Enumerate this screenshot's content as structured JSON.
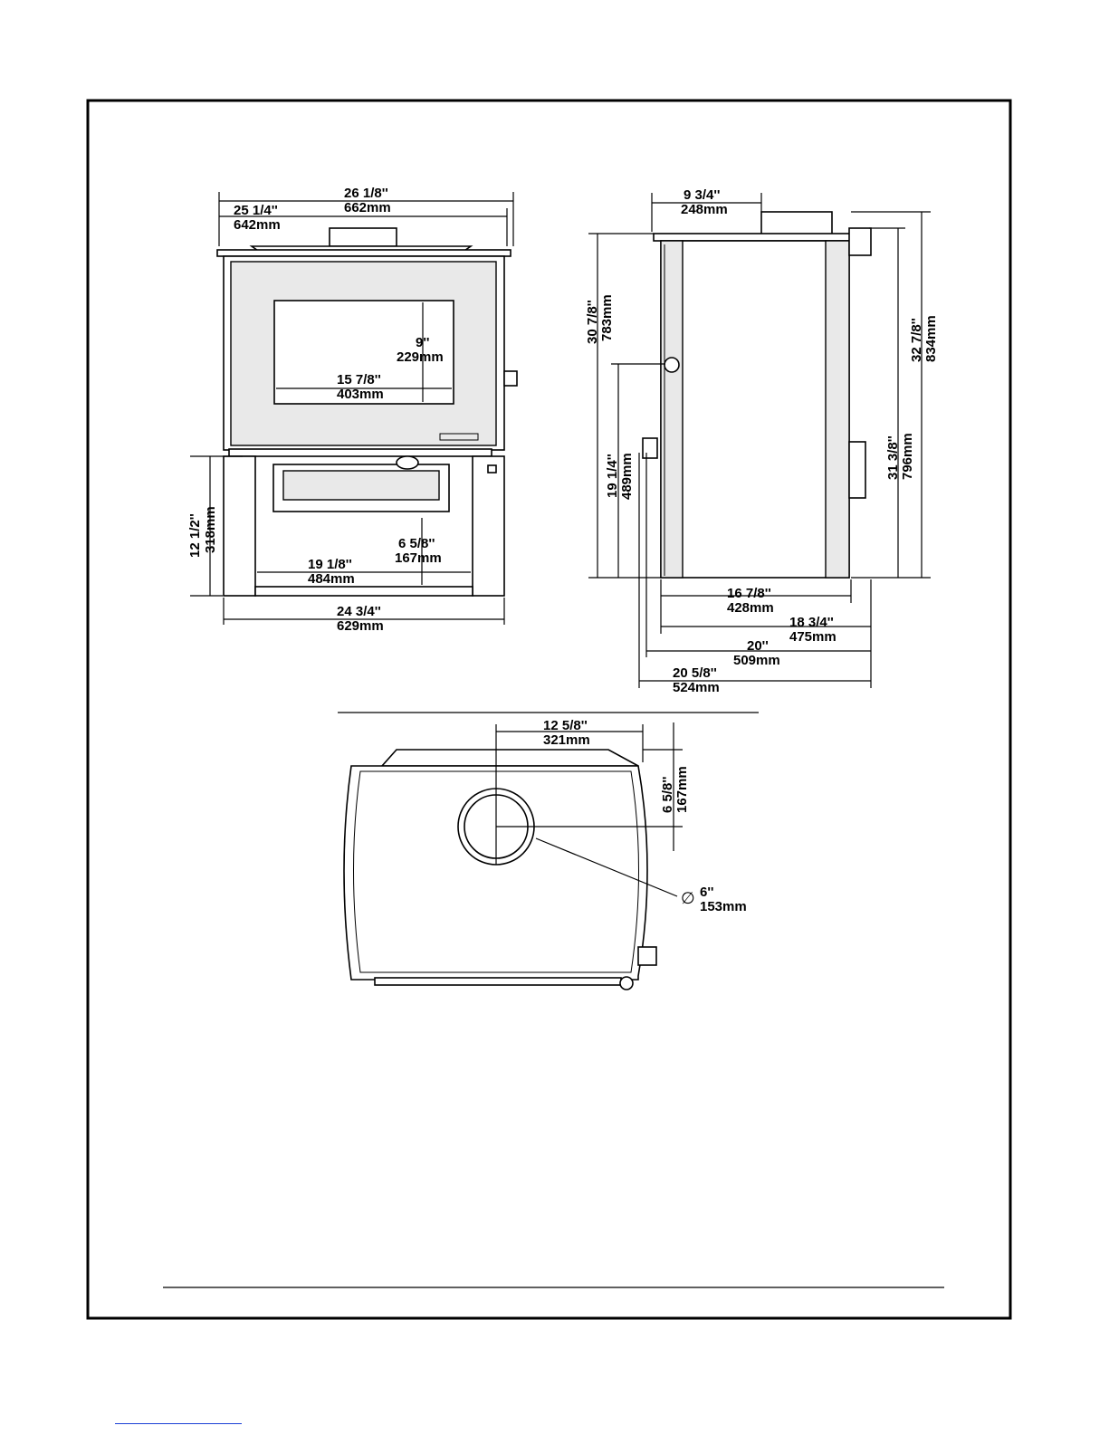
{
  "front_view": {
    "overall_width": {
      "in": "26  1/8''",
      "mm": "662mm"
    },
    "top_width": {
      "in": "25  1/4''",
      "mm": "642mm"
    },
    "glass_height": {
      "in": "9''",
      "mm": "229mm"
    },
    "glass_width": {
      "in": "15  7/8''",
      "mm": "403mm"
    },
    "leg_height": {
      "in": "12 1/2''",
      "mm": "318mm"
    },
    "ashpan_height": {
      "in": "6  5/8''",
      "mm": "167mm"
    },
    "leg_inner_width": {
      "in": "19  1/8''",
      "mm": "484mm"
    },
    "base_width": {
      "in": "24  3/4''",
      "mm": "629mm"
    }
  },
  "side_view": {
    "flue_offset": {
      "in": "9  3/4''",
      "mm": "248mm"
    },
    "body_height": {
      "in": "30  7/8''",
      "mm": "783mm"
    },
    "door_height": {
      "in": "19  1/4''",
      "mm": "489mm"
    },
    "top_height": {
      "in": "32  7/8''",
      "mm": "834mm"
    },
    "rear_height": {
      "in": "31  3/8''",
      "mm": "796mm"
    },
    "depth_1": {
      "in": "16  7/8''",
      "mm": "428mm"
    },
    "depth_2": {
      "in": "18  3/4''",
      "mm": "475mm"
    },
    "depth_3": {
      "in": "20''",
      "mm": "509mm"
    },
    "depth_4": {
      "in": "20  5/8''",
      "mm": "524mm"
    }
  },
  "top_view": {
    "flue_x": {
      "in": "12  5/8''",
      "mm": "321mm"
    },
    "flue_y": {
      "in": "6  5/8''",
      "mm": "167mm"
    },
    "flue_diameter": {
      "symbol": "∅",
      "in": "6''",
      "mm": "153mm"
    }
  }
}
